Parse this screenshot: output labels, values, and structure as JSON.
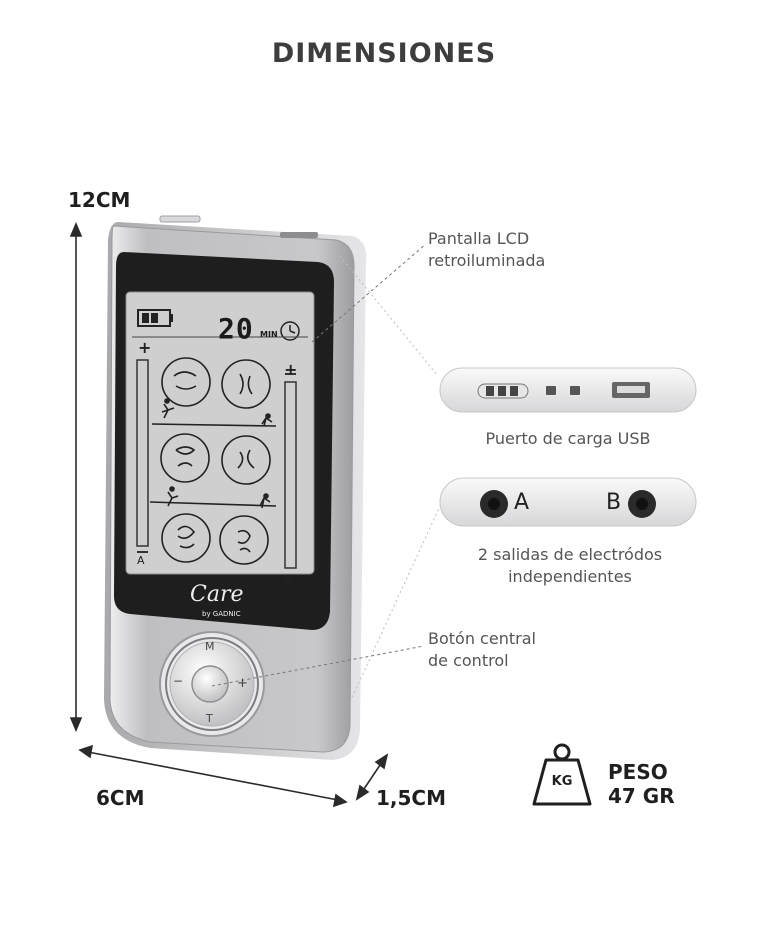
{
  "title": "DIMENSIONES",
  "dimensions": {
    "height": "12CM",
    "width": "6CM",
    "depth": "1,5CM"
  },
  "device": {
    "timer_value": "20",
    "timer_unit": "MIN",
    "brand": "Care",
    "brand_sub": "by GADNIC",
    "button_m": "M",
    "button_t": "T",
    "button_minus": "−",
    "button_plus": "+",
    "lcd_plus": "+",
    "channel_a": "A",
    "channel_b": "B"
  },
  "callouts": {
    "lcd_line1": "Pantalla LCD",
    "lcd_line2": "retroiluminada",
    "usb": "Puerto de carga USB",
    "outputs_line1": "2 salidas de electródos",
    "outputs_line2": "independientes",
    "button_line1": "Botón central",
    "button_line2": "de control",
    "port_a": "A",
    "port_b": "B"
  },
  "weight": {
    "icon_text": "KG",
    "label": "PESO",
    "value": "47 GR"
  },
  "colors": {
    "body_silver": "#c9c9cc",
    "screen_dark": "#1e1e1e",
    "lcd": "#cfcfcf",
    "text_dark": "#1f1f1f"
  }
}
